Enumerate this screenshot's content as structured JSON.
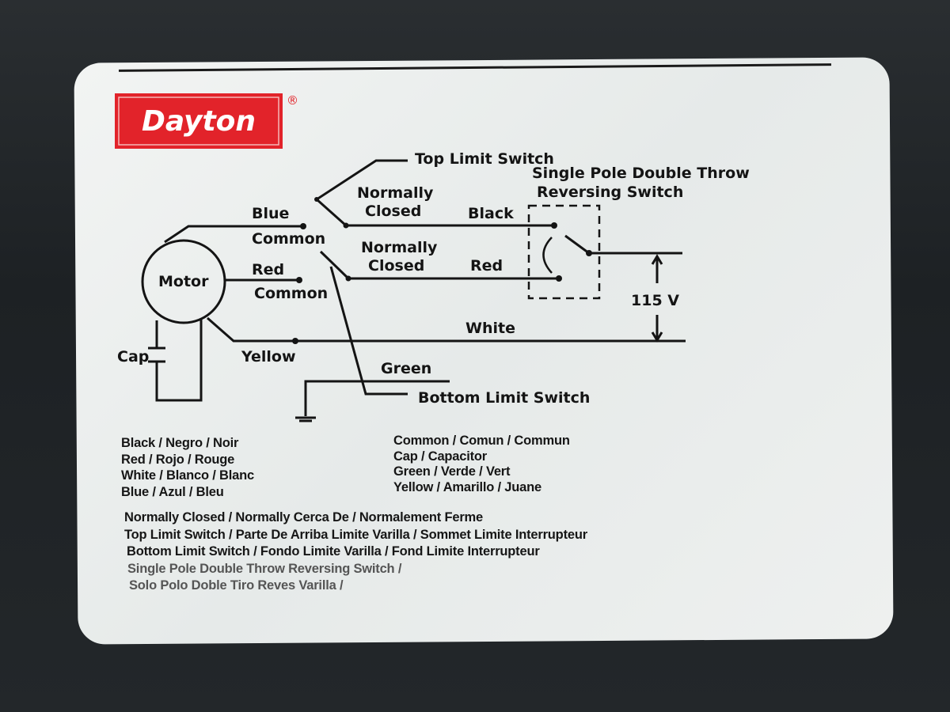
{
  "brand": {
    "logo_text": "Dayton",
    "registered_mark": "®",
    "color": "#e2232a"
  },
  "diagram": {
    "motor": "Motor",
    "cap": "Cap",
    "blue": "Blue",
    "blue_common": "Common",
    "red": "Red",
    "red_common": "Common",
    "yellow": "Yellow",
    "white": "White",
    "green": "Green",
    "black": "Black",
    "red_wire": "Red",
    "nc_top_1": "Normally",
    "nc_top_2": "Closed",
    "nc_bottom_1": "Normally",
    "nc_bottom_2": "Closed",
    "top_limit_switch": "Top Limit Switch",
    "bottom_limit_switch": "Bottom Limit Switch",
    "spdt_1": "Single Pole Double Throw",
    "spdt_2": "Reversing Switch",
    "voltage": "115 V"
  },
  "legend": {
    "col1": [
      "Black / Negro / Noir",
      "Red / Rojo / Rouge",
      "White / Blanco / Blanc",
      "Blue / Azul / Bleu"
    ],
    "col2": [
      "Common / Comun / Commun",
      "Cap / Capacitor",
      "Green / Verde / Vert",
      "Yellow / Amarillo / Juane"
    ],
    "lines": [
      "Normally Closed / Normally Cerca De / Normalement Ferme",
      "Top Limit Switch / Parte De Arriba Limite Varilla / Sommet Limite Interrupteur",
      "Bottom Limit Switch / Fondo Limite Varilla / Fond Limite Interrupteur",
      "Single Pole Double Throw Reversing Switch /",
      "Solo Polo Doble Tiro Reves Varilla /"
    ]
  }
}
